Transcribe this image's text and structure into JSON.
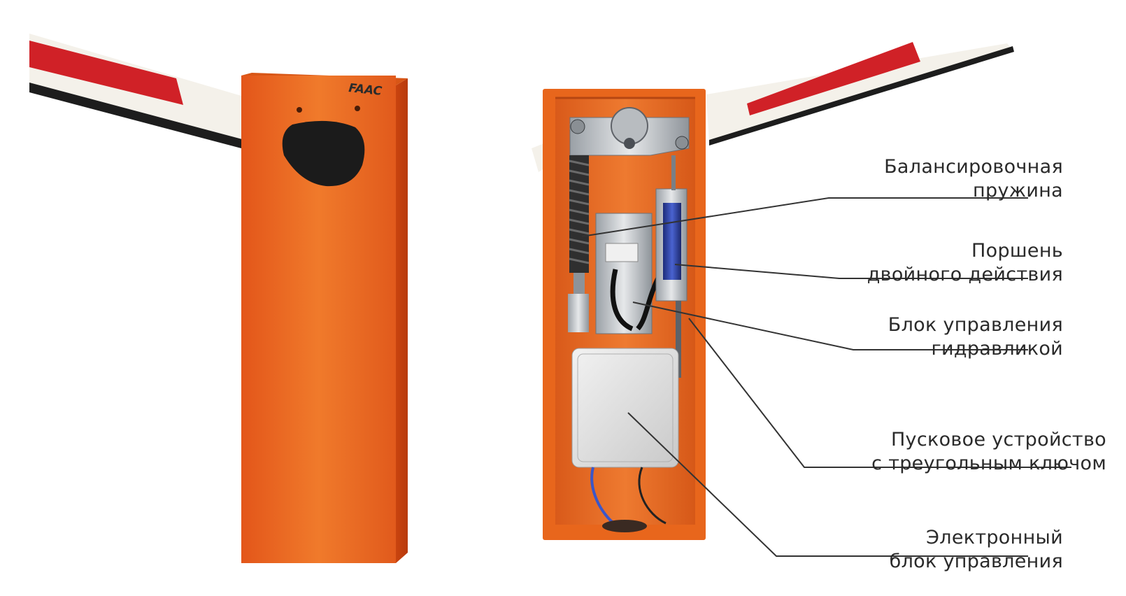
{
  "brand": "FAAC",
  "colors": {
    "housing_orange": "#e8661c",
    "boom_white": "#f4f1ea",
    "boom_red": "#d02127",
    "leader_line": "#333333"
  },
  "callouts": {
    "spring": {
      "line1": "Балансировочная",
      "line2": "пружина"
    },
    "piston": {
      "line1": "Поршень",
      "line2": "двойного действия"
    },
    "hydro": {
      "line1": "Блок управления",
      "line2": "гидравликой"
    },
    "starter": {
      "line1": "Пусковое устройство",
      "line2": "с треугольным ключом"
    },
    "electro": {
      "line1": "Электронный",
      "line2": "блок управления"
    }
  }
}
